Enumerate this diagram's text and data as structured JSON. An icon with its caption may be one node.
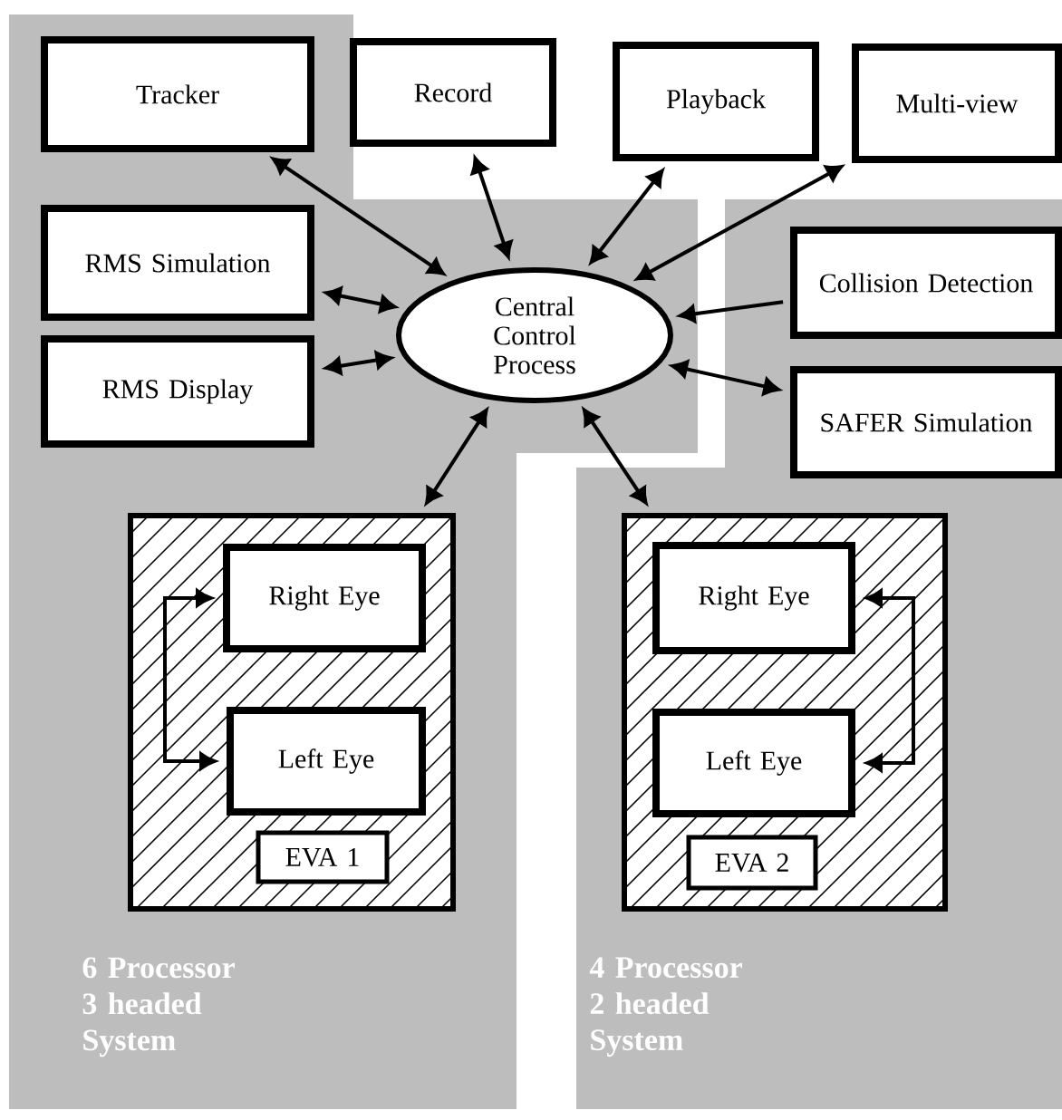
{
  "diagram": {
    "nodes": [
      {
        "text": [
          "6 Processor 3 headed System"
        ]
      },
      {
        "text": [
          "4 Processor 2 headed System"
        ]
      },
      {
        "text": [
          "Tracker"
        ],
        "in": 0
      },
      {
        "text": [
          "Record"
        ]
      },
      {
        "text": [
          "Playback"
        ]
      },
      {
        "text": [
          "Multi-view"
        ]
      },
      {
        "text": [
          "RMS Simulation"
        ],
        "in": 0
      },
      {
        "text": [
          "Central Control Process"
        ],
        "in": 0
      },
      {
        "text": [
          "Collision Detection"
        ],
        "in": 1
      },
      {
        "text": [
          "RMS Display"
        ],
        "in": 0
      },
      {
        "text": [
          "SAFER Simulation"
        ],
        "in": 1
      },
      {
        "text": [],
        "shape": "box",
        "in": 0
      },
      {
        "text": [
          "Right Eye"
        ],
        "in": 11
      },
      {
        "text": [
          "Left Eye"
        ],
        "in": 11
      },
      {
        "text": [
          "EVA 1"
        ],
        "in": 11
      },
      {
        "text": [],
        "shape": "box",
        "in": 1
      },
      {
        "text": [
          "Right Eye"
        ],
        "in": 15
      },
      {
        "text": [
          "Left Eye"
        ],
        "in": 15
      },
      {
        "text": [
          "EVA 2"
        ],
        "in": 15
      }
    ],
    "edges": [
      {
        "from": 7,
        "to": 2,
        "arrow": "both"
      },
      {
        "from": 7,
        "to": 3,
        "arrow": "both"
      },
      {
        "from": 7,
        "to": 4,
        "arrow": "both"
      },
      {
        "from": 7,
        "to": 5,
        "arrow": "both"
      },
      {
        "from": 7,
        "to": 6,
        "arrow": "both"
      },
      {
        "from": 8,
        "to": 7,
        "arrow": "to"
      },
      {
        "from": 7,
        "to": 9,
        "arrow": "both"
      },
      {
        "from": 7,
        "to": 10,
        "arrow": "both"
      },
      {
        "from": 7,
        "to": 11,
        "arrow": "both"
      },
      {
        "from": 7,
        "to": 15,
        "arrow": "both"
      },
      {
        "from": 12,
        "to": 13,
        "arrow": "both"
      },
      {
        "from": 16,
        "to": 17,
        "arrow": "both"
      }
    ]
  }
}
